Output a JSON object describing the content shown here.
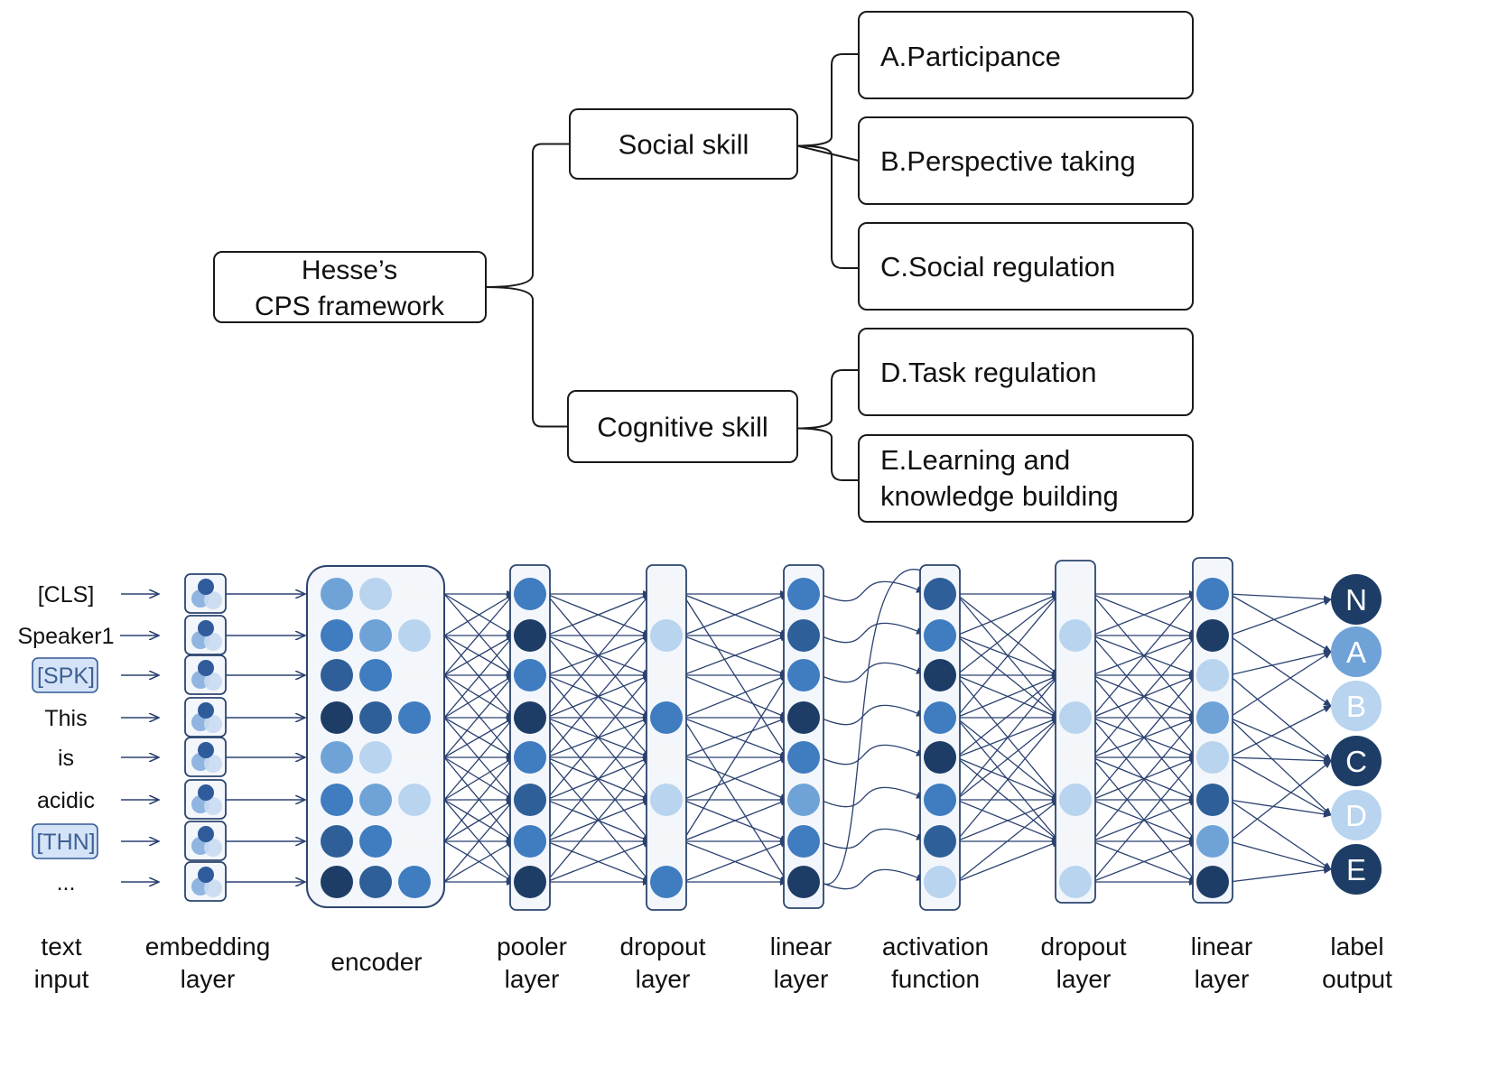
{
  "tree": {
    "root": [
      "Hesse’s",
      "CPS framework"
    ],
    "branches": [
      {
        "label": "Social skill",
        "children": [
          [
            "A.Participance"
          ],
          [
            "B.Perspective taking"
          ],
          [
            "C.Social regulation"
          ]
        ]
      },
      {
        "label": "Cognitive skill",
        "children": [
          [
            "D.Task regulation"
          ],
          [
            "E.Learning and",
            "knowledge building"
          ]
        ]
      }
    ]
  },
  "network": {
    "tokens": [
      {
        "text": "[CLS]",
        "special": false
      },
      {
        "text": "Speaker1",
        "special": false
      },
      {
        "text": "[SPK]",
        "special": true
      },
      {
        "text": "This",
        "special": false
      },
      {
        "text": "is",
        "special": false
      },
      {
        "text": "acidic",
        "special": false
      },
      {
        "text": "[THN]",
        "special": true
      },
      {
        "text": "...",
        "special": false
      }
    ],
    "palette": {
      "1": "#1e3d66",
      "2": "#2f5f99",
      "3": "#3f7cc0",
      "4": "#6fa3d8",
      "5": "#b8d4ee",
      "6": "#f4f6fa"
    },
    "encoder_shades": [
      [
        4,
        5,
        6
      ],
      [
        3,
        4,
        5
      ],
      [
        2,
        3,
        6
      ],
      [
        1,
        2,
        3
      ],
      [
        4,
        5,
        6
      ],
      [
        3,
        4,
        5
      ],
      [
        2,
        3,
        6
      ],
      [
        1,
        2,
        3
      ]
    ],
    "columns": [
      {
        "shades": [
          3,
          1,
          3,
          1,
          3,
          2,
          3,
          1
        ]
      },
      {
        "shades": [
          6,
          5,
          6,
          3,
          6,
          5,
          6,
          3
        ]
      },
      {
        "shades": [
          3,
          2,
          3,
          1,
          3,
          4,
          3,
          1
        ]
      },
      {
        "shades": [
          2,
          3,
          1,
          3,
          1,
          3,
          2,
          5
        ]
      },
      {
        "shades": [
          6,
          5,
          6,
          5,
          6,
          5,
          6,
          5
        ]
      },
      {
        "shades": [
          3,
          1,
          5,
          4,
          5,
          2,
          4,
          1
        ]
      }
    ],
    "outputs": [
      {
        "text": "N",
        "shade": 1
      },
      {
        "text": "A",
        "shade": 4
      },
      {
        "text": "B",
        "shade": 5
      },
      {
        "text": "C",
        "shade": 1
      },
      {
        "text": "D",
        "shade": 5
      },
      {
        "text": "E",
        "shade": 1
      }
    ],
    "stage_labels": [
      [
        "text",
        "input"
      ],
      [
        "embedding",
        "layer"
      ],
      [
        "encoder"
      ],
      [
        "pooler",
        "layer"
      ],
      [
        "dropout",
        "layer"
      ],
      [
        "linear",
        "layer"
      ],
      [
        "activation",
        "function"
      ],
      [
        "dropout",
        "layer"
      ],
      [
        "linear",
        "layer"
      ],
      [
        "label",
        "output"
      ]
    ]
  }
}
